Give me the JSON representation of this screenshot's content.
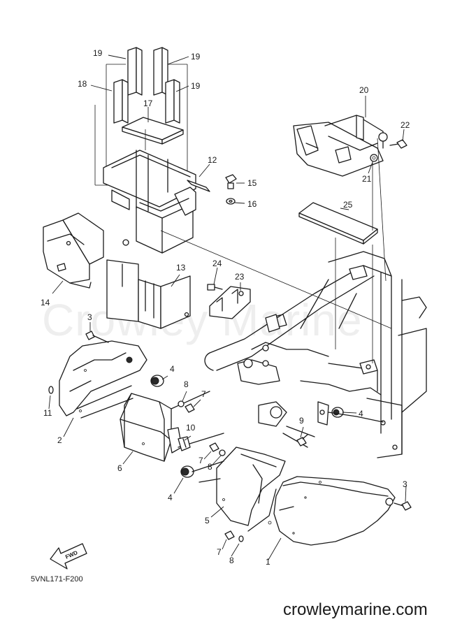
{
  "watermark": "Crowley Marine",
  "diagram_code": "5VNL171-F200",
  "site_footer": "crowleymarine.com",
  "fwd_label": "FWD",
  "callouts": {
    "c1": "1",
    "c2": "2",
    "c3a": "3",
    "c3b": "3",
    "c4a": "4",
    "c4b": "4",
    "c4c": "4",
    "c5": "5",
    "c6": "6",
    "c7a": "7",
    "c7b": "7",
    "c7c": "7",
    "c8a": "8",
    "c8b": "8",
    "c8c": "8",
    "c9": "9",
    "c10": "10",
    "c11": "11",
    "c12": "12",
    "c13": "13",
    "c14": "14",
    "c15": "15",
    "c16": "16",
    "c17": "17",
    "c18": "18",
    "c19a": "19",
    "c19b": "19",
    "c19c": "19",
    "c20": "20",
    "c21": "21",
    "c22": "22",
    "c23": "23",
    "c24": "24",
    "c25": "25"
  },
  "icons": {
    "fwd_arrow": "fwd-arrow-icon"
  }
}
